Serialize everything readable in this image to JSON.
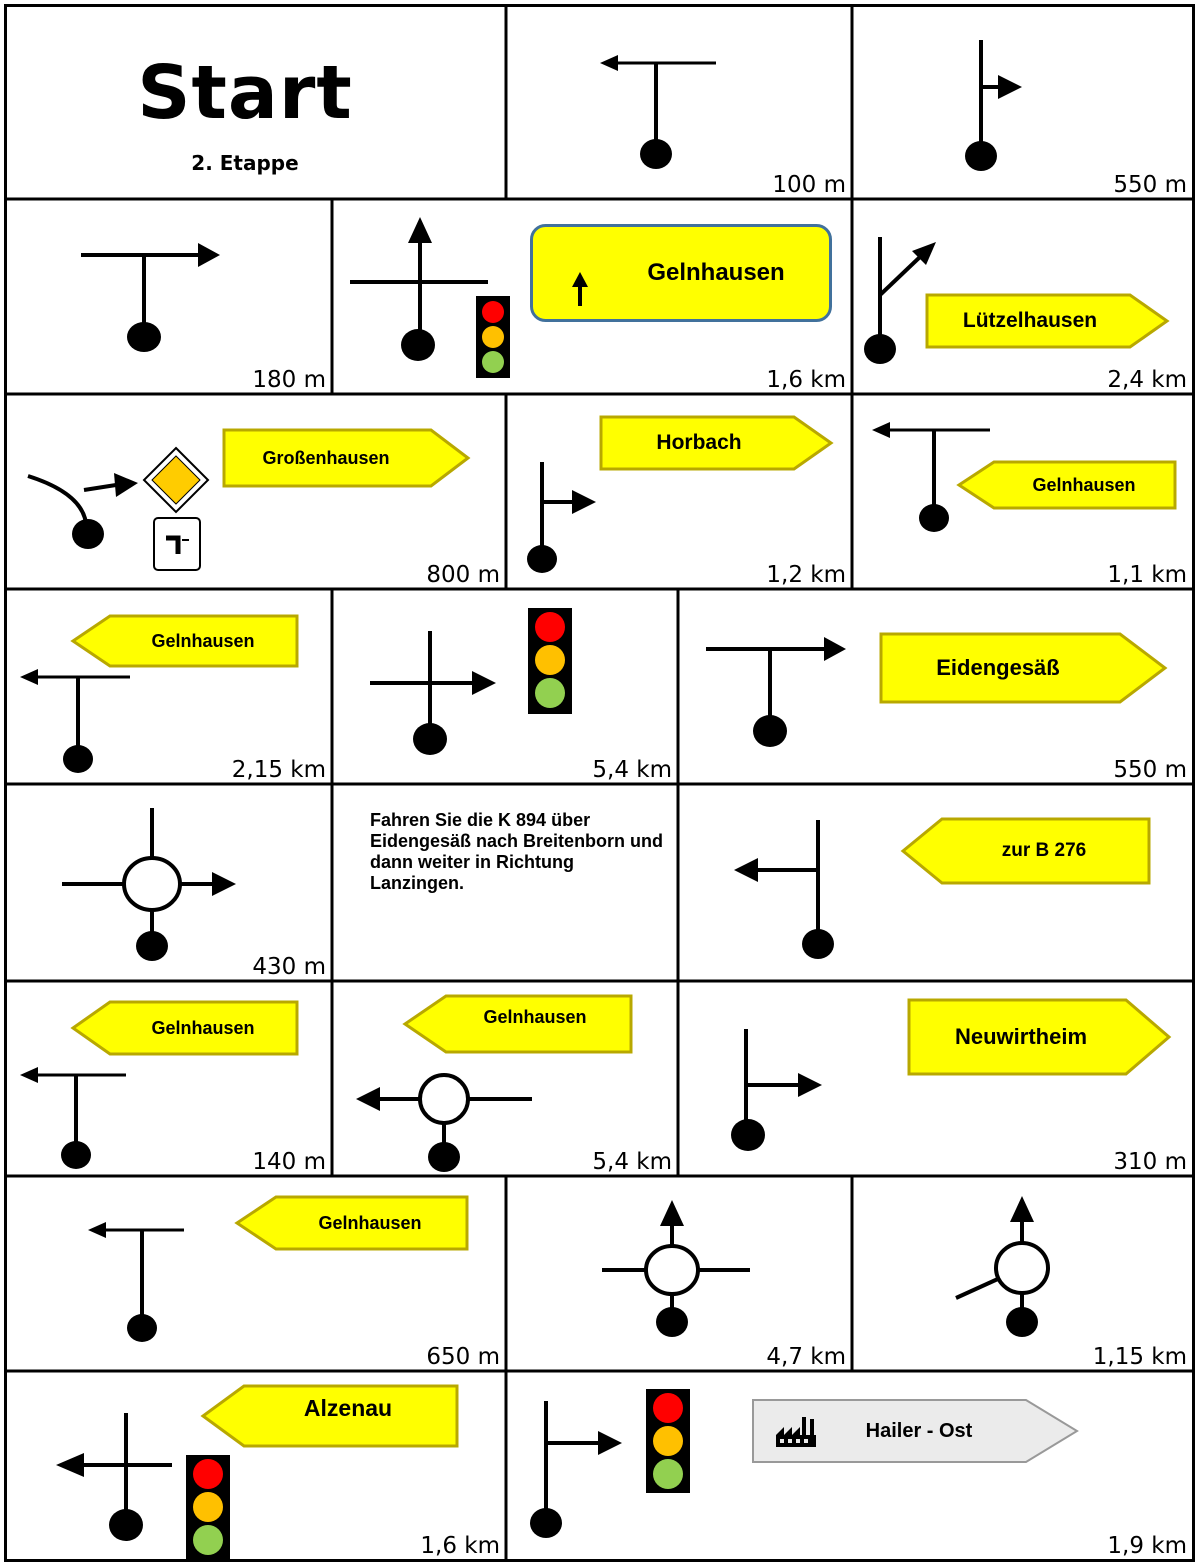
{
  "start": {
    "title": "Start",
    "subtitle": "2. Etappe"
  },
  "instruction": "Fahren Sie die K 894 über Eidengesäß nach Breitenborn und dann weiter in Richtung Lanzingen.",
  "colors": {
    "sign_yellow": "#ffff00",
    "sign_outline": "#b8a800",
    "hailer_sign": "#ebebeb",
    "light_red": "#ff0000",
    "light_amber": "#ffc000",
    "light_green": "#92d050"
  },
  "steps": [
    {
      "symbol": "t-junction-left",
      "distance": "100 m"
    },
    {
      "symbol": "right-turn",
      "distance": "550 m"
    },
    {
      "symbol": "t-junction-right",
      "distance": "180 m"
    },
    {
      "symbol": "crossroads-straight",
      "traffic_light": true,
      "sign": "Gelnhausen",
      "sign_icon": "arrow-up-icon",
      "distance": "1,6 km"
    },
    {
      "symbol": "fork-right",
      "sign": "Lützelhausen",
      "distance": "2,4 km"
    },
    {
      "symbol": "curve-right",
      "priority_road_sign": true,
      "sign": "Großenhausen",
      "distance": "800 m"
    },
    {
      "symbol": "right-turn",
      "sign": "Horbach",
      "distance": "1,2 km"
    },
    {
      "symbol": "t-junction-left",
      "sign": "Gelnhausen",
      "distance": "1,1 km"
    },
    {
      "symbol": "t-junction-left",
      "sign": "Gelnhausen",
      "distance": "2,15 km"
    },
    {
      "symbol": "crossroads-right",
      "traffic_light": true,
      "distance": "5,4 km"
    },
    {
      "symbol": "t-junction-right",
      "sign": "Eidengesäß",
      "distance": "550 m"
    },
    {
      "symbol": "roundabout-right",
      "distance": "430 m"
    },
    {
      "symbol": "left-turn",
      "sign": "zur B 276"
    },
    {
      "symbol": "t-junction-left",
      "sign": "Gelnhausen",
      "distance": "140 m"
    },
    {
      "symbol": "roundabout-left",
      "sign": "Gelnhausen",
      "distance": "5,4 km"
    },
    {
      "symbol": "right-turn",
      "sign": "Neuwirtheim",
      "distance": "310 m"
    },
    {
      "symbol": "t-junction-left",
      "sign": "Gelnhausen",
      "distance": "650 m"
    },
    {
      "symbol": "roundabout-straight",
      "distance": "4,7 km"
    },
    {
      "symbol": "roundabout-straight",
      "distance": "1,15 km"
    },
    {
      "symbol": "crossroads-left",
      "traffic_light": true,
      "sign": "Alzenau",
      "distance": "1,6 km"
    },
    {
      "symbol": "right-turn",
      "traffic_light": true,
      "sign": "Hailer - Ost",
      "sign_icon": "factory-icon",
      "distance": "1,9 km"
    }
  ]
}
